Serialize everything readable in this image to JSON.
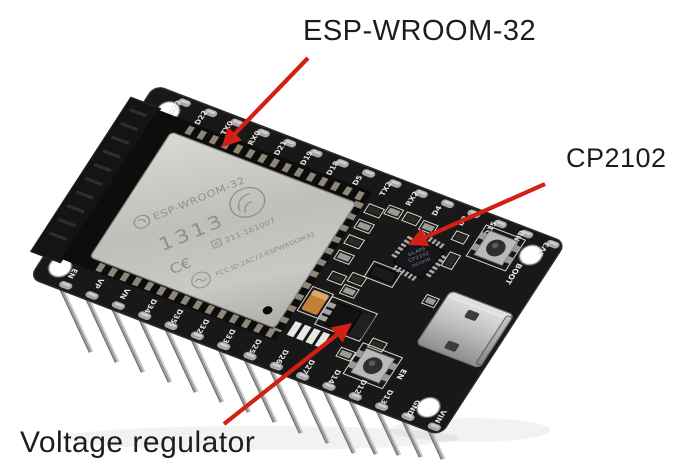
{
  "annotations": {
    "esp_label": "ESP-WROOM-32",
    "cp2102_label": "CP2102",
    "regulator_label": "Voltage regulator",
    "arrow_color": "#d22014",
    "text_color": "#1d1d1d"
  },
  "board": {
    "pcb_color": "#181818",
    "shield_color": "#c6c6c1",
    "shield_markings": {
      "brand": "ESP-WROOM-32",
      "code": "1313",
      "ce": "C€",
      "reg_mark": "R",
      "reg_id": "211-161007",
      "fcc": "FCC ID:2AC7Z-ESPWROOM32"
    },
    "chip_marking": {
      "line1": "SILABS",
      "line2": "CP2102",
      "line3": "DCL04B"
    },
    "buttons": {
      "boot": "BOOT",
      "en": "EN"
    },
    "pins_top": [
      "D23",
      "D22",
      "TX0",
      "RX0",
      "D21",
      "D19",
      "D18",
      "D5",
      "TX2",
      "RX2",
      "D4",
      "D2",
      "D15",
      "GND",
      "3V3"
    ],
    "pins_bottom": [
      "EN",
      "VP",
      "VN",
      "D34",
      "D35",
      "D32",
      "D33",
      "D25",
      "D26",
      "D27",
      "D14",
      "D12",
      "D13",
      "GND",
      "VIN"
    ]
  }
}
